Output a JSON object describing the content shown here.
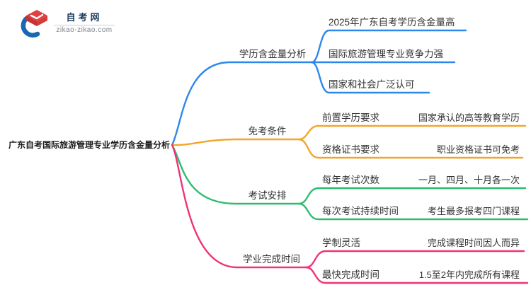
{
  "logo": {
    "site_name": "自考网",
    "site_url": "zikao-zikao.com"
  },
  "root": {
    "title": "广东自考国际旅游管理专业学历含金量分析"
  },
  "branches": [
    {
      "label": "学历含金量分析",
      "color": "#2E87EC",
      "items": [
        "2025年广东自考学历含金量高",
        "国际旅游管理专业竞争力强",
        "国家和社会广泛认可"
      ]
    },
    {
      "label": "免考条件",
      "color": "#F2A52B",
      "rows": [
        {
          "key": "前置学历要求",
          "value": "国家承认的高等教育学历"
        },
        {
          "key": "资格证书要求",
          "value": "职业资格证书可免考"
        }
      ]
    },
    {
      "label": "考试安排",
      "color": "#2DBD6E",
      "rows": [
        {
          "key": "每年考试次数",
          "value": "一月、四月、十月各一次"
        },
        {
          "key": "每次考试持续时间",
          "value": "考生最多报考四门课程"
        }
      ]
    },
    {
      "label": "学业完成时间",
      "color": "#F03278",
      "rows": [
        {
          "key": "学制灵活",
          "value": "完成课程时间因人而异"
        },
        {
          "key": "最快完成时间",
          "value": "1.5至2年内完成所有课程"
        }
      ]
    }
  ]
}
